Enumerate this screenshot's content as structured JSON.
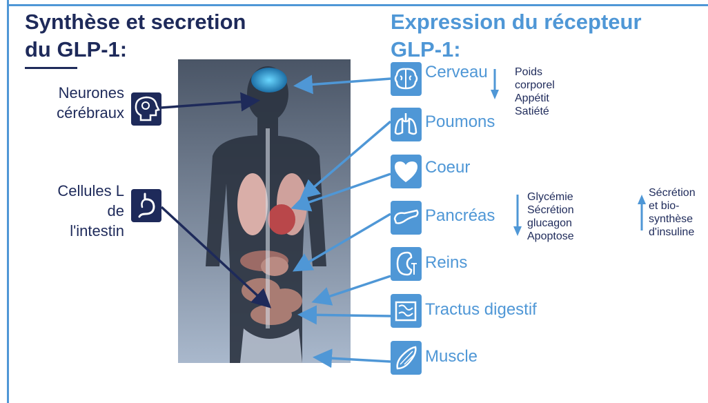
{
  "title_left": [
    "Synthèse et secretion",
    "du GLP-1:"
  ],
  "title_right": [
    "Expression du récepteur",
    "GLP-1:"
  ],
  "sources": [
    {
      "lines": [
        "Neurones",
        "cérébraux"
      ],
      "icon": "brain-head-icon"
    },
    {
      "lines": [
        "Cellules L",
        "de",
        "l'intestin"
      ],
      "icon": "stomach-icon"
    }
  ],
  "organs": [
    {
      "label": "Cerveau",
      "icon": "brain-icon"
    },
    {
      "label": "Poumons",
      "icon": "lungs-icon"
    },
    {
      "label": "Coeur",
      "icon": "heart-icon"
    },
    {
      "label": "Pancréas",
      "icon": "pancreas-icon"
    },
    {
      "label": "Reins",
      "icon": "kidney-icon"
    },
    {
      "label": "Tractus digestif",
      "icon": "intestine-icon"
    },
    {
      "label": "Muscle",
      "icon": "muscle-icon"
    }
  ],
  "effects": {
    "brain_decrease": [
      "Poids",
      "corporel",
      "Appétit",
      "Satiété"
    ],
    "pancreas_decrease": [
      "Glycémie",
      "Sécrétion",
      "glucagon",
      "Apoptose"
    ],
    "pancreas_increase": [
      "Sécrétion",
      "et bio-",
      "synthèse",
      "d'insuline"
    ]
  },
  "colors": {
    "navy": "#1e2a5a",
    "blue": "#4f97d6",
    "border": "#4f97d6"
  }
}
